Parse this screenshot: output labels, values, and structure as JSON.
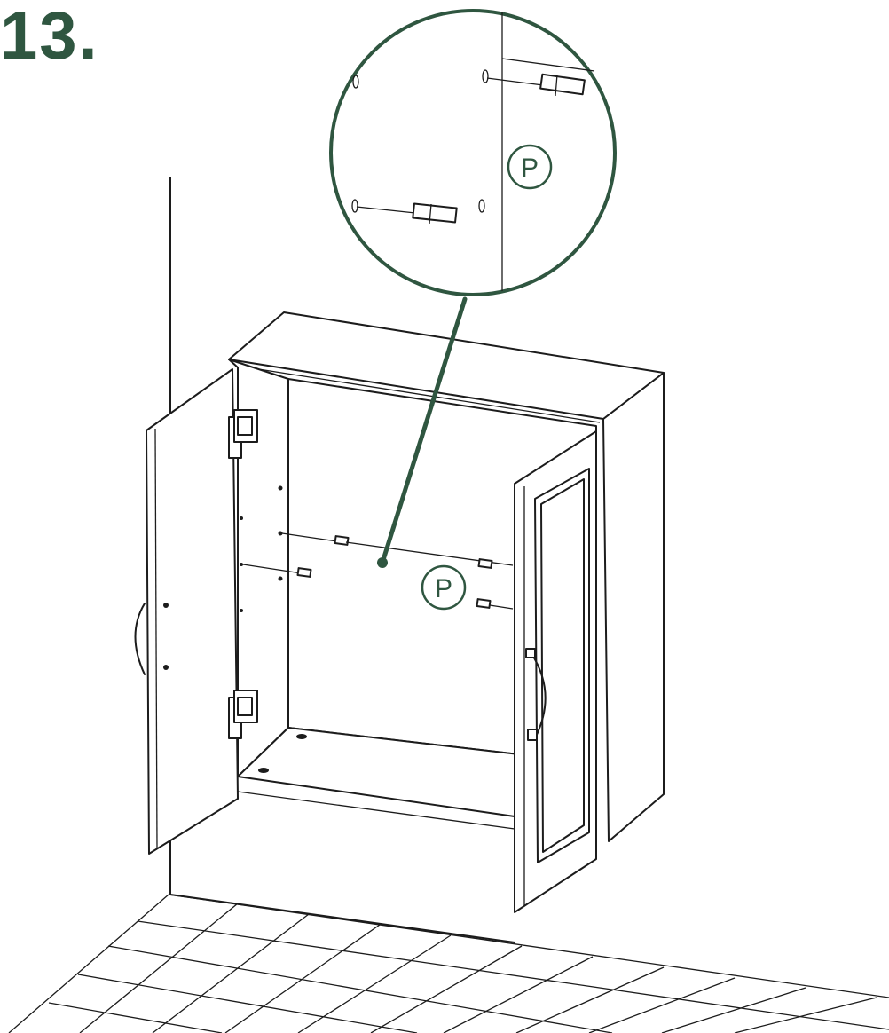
{
  "step": {
    "number": "13."
  },
  "callouts": {
    "detail_part_label": "P",
    "cabinet_part_label": "P"
  },
  "colors": {
    "accent": "#2f5640",
    "line": "#1c1c1c",
    "background": "#ffffff"
  }
}
